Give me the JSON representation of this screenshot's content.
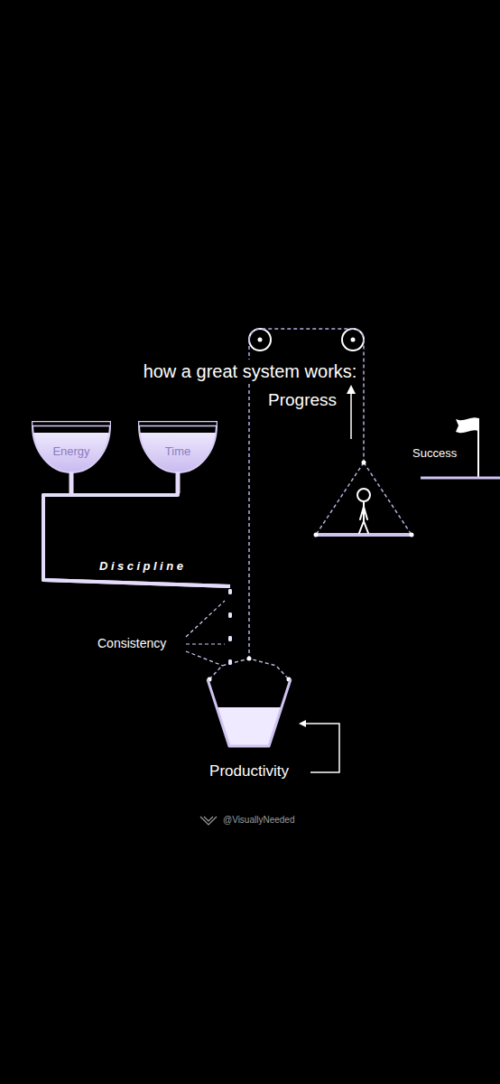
{
  "diagram": {
    "title": "how a great system works:",
    "nodes": [
      {
        "text": [
          "Energy"
        ]
      },
      {
        "text": [
          "Time"
        ]
      },
      {
        "text": [
          "Productivity"
        ]
      }
    ],
    "edges": [
      {
        "from": 0,
        "to": 2,
        "label": "Discipline",
        "arrow": "none"
      },
      {
        "from": 1,
        "to": 2,
        "arrow": "none"
      }
    ],
    "labels": [
      "Progress",
      "Success",
      "Consistency",
      "@VisuallyNeeded"
    ]
  }
}
